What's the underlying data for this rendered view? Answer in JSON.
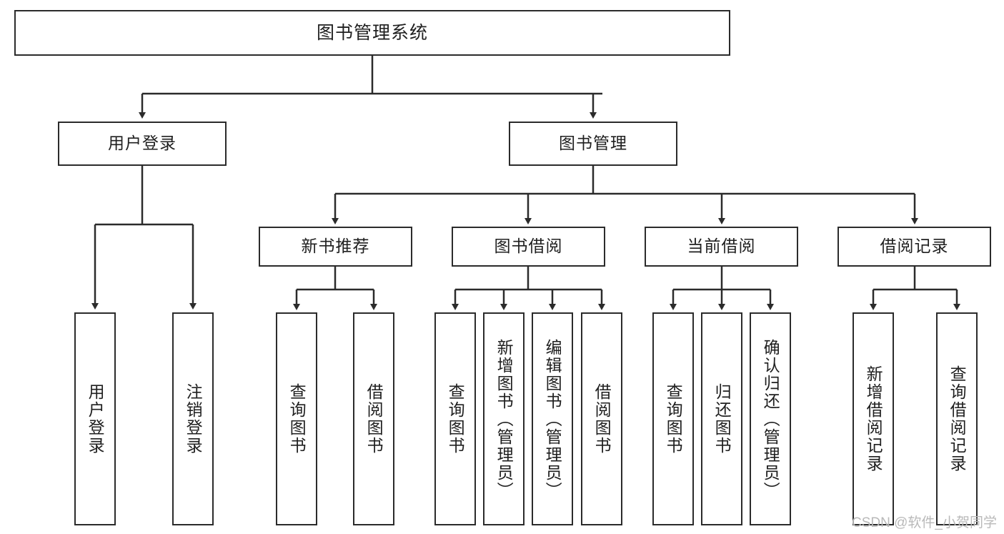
{
  "diagram": {
    "title": "图书管理系统",
    "type": "tree-hierarchy-diagram",
    "colors": {
      "border": "#2b2b2b",
      "background": "#ffffff",
      "text": "#1f1f1f",
      "connector": "#2b2b2b",
      "watermark": "#b9b9b9"
    },
    "root": {
      "label": "图书管理系统"
    },
    "level2": [
      {
        "label": "用户登录"
      },
      {
        "label": "图书管理"
      }
    ],
    "level3": [
      {
        "label": "新书推荐"
      },
      {
        "label": "图书借阅"
      },
      {
        "label": "当前借阅"
      },
      {
        "label": "借阅记录"
      }
    ],
    "leaves": {
      "user_login": [
        {
          "label": "用户登录"
        },
        {
          "label": "注销登录"
        }
      ],
      "new_book_recommend": [
        {
          "label": "查询图书"
        },
        {
          "label": "借阅图书"
        }
      ],
      "book_borrow": [
        {
          "label": "查询图书"
        },
        {
          "label": "新增图书（管理员）"
        },
        {
          "label": "编辑图书（管理员）"
        },
        {
          "label": "借阅图书"
        }
      ],
      "current_borrow": [
        {
          "label": "查询图书"
        },
        {
          "label": "归还图书"
        },
        {
          "label": "确认归还（管理员）"
        }
      ],
      "borrow_record": [
        {
          "label": "新增借阅记录"
        },
        {
          "label": "查询借阅记录"
        }
      ]
    }
  },
  "watermark": {
    "text": "CSDN @软件_小贺同学"
  }
}
